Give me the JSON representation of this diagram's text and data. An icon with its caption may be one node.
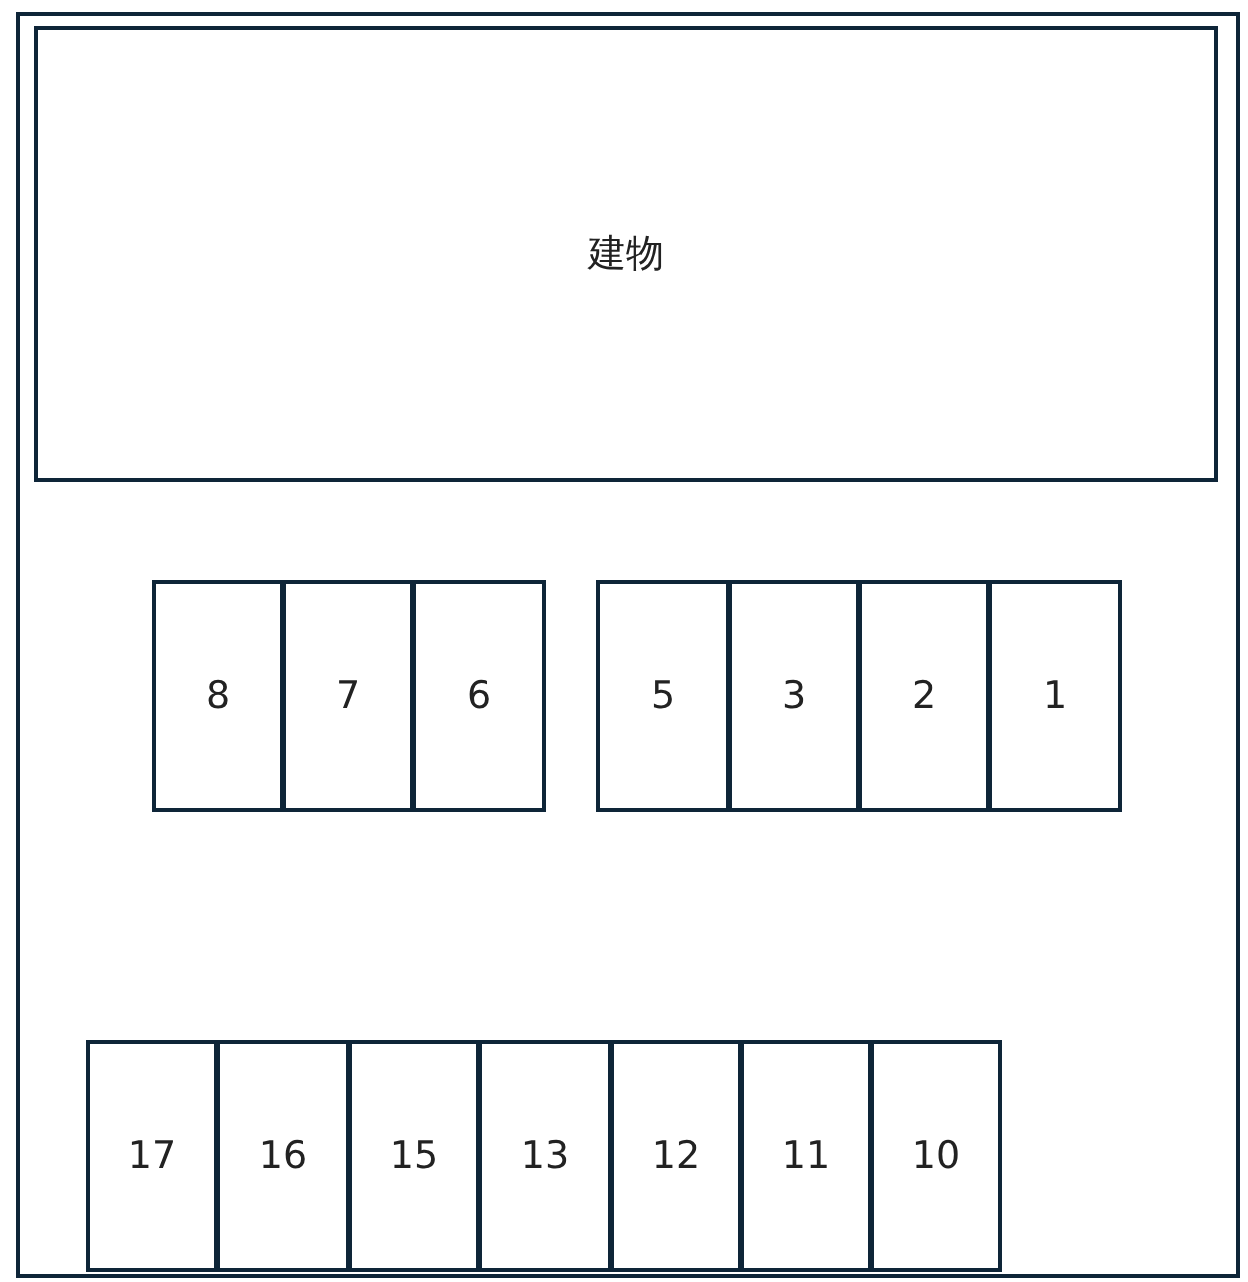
{
  "diagram": {
    "nodes": [
      {
        "text": [],
        "shape": "box"
      },
      {
        "text": [
          "建物"
        ],
        "in": 0
      },
      {
        "text": [
          "8"
        ],
        "in": 0
      },
      {
        "text": [
          "7"
        ],
        "in": 0
      },
      {
        "text": [
          "6"
        ],
        "in": 0
      },
      {
        "text": [
          "5"
        ],
        "in": 0
      },
      {
        "text": [
          "3"
        ],
        "in": 0
      },
      {
        "text": [
          "2"
        ],
        "in": 0
      },
      {
        "text": [
          "1"
        ],
        "in": 0
      },
      {
        "text": [
          "17"
        ],
        "in": 0
      },
      {
        "text": [
          "16"
        ],
        "in": 0
      },
      {
        "text": [
          "15"
        ],
        "in": 0
      },
      {
        "text": [
          "13"
        ],
        "in": 0
      },
      {
        "text": [
          "12"
        ],
        "in": 0
      },
      {
        "text": [
          "11"
        ],
        "in": 0
      },
      {
        "text": [
          "10"
        ],
        "in": 0
      }
    ]
  }
}
